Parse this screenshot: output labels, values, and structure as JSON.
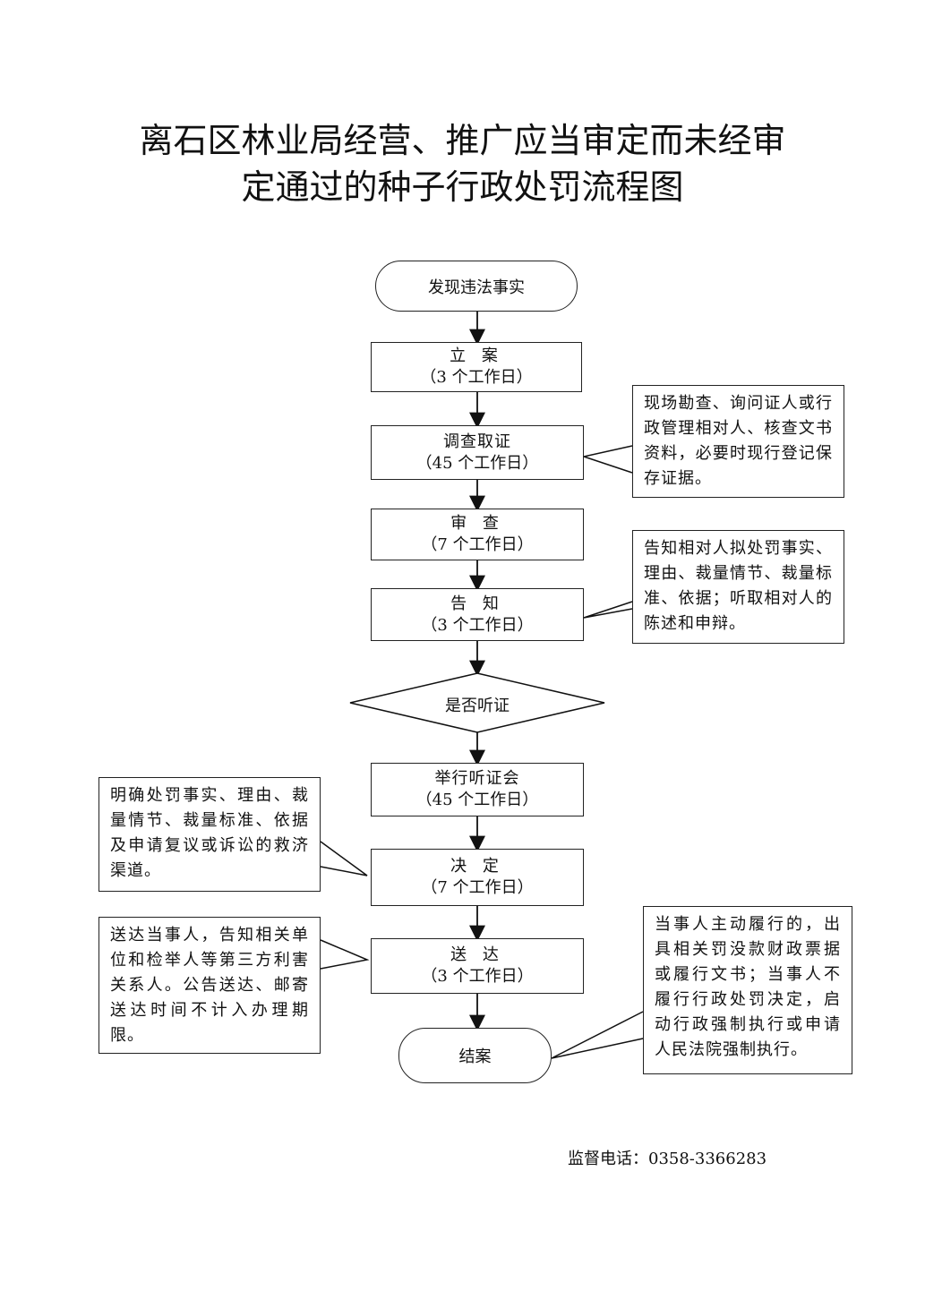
{
  "title": {
    "line1": "离石区林业局经营、推广应当审定而未经审",
    "line2": "定通过的种子行政处罚流程图"
  },
  "steps": {
    "start": "发现违法事实",
    "filing": {
      "label": "立 案",
      "days": "（3 个工作日）"
    },
    "investigation": {
      "label": "调查取证",
      "days": "（45 个工作日）"
    },
    "review": {
      "label": "审 查",
      "days": "（7 个工作日）"
    },
    "notify": {
      "label": "告 知",
      "days": "（3 个工作日）"
    },
    "decision_point": "是否听证",
    "hearing": {
      "label": "举行听证会",
      "days": "（45 个工作日）"
    },
    "decide": {
      "label": "决 定",
      "days": "（7 个工作日）"
    },
    "deliver": {
      "label": "送 达",
      "days": "（3 个工作日）"
    },
    "end": "结案"
  },
  "notes": {
    "investigation": "现场勘查、询问证人或行政管理相对人、核查文书资料，必要时现行登记保存证据。",
    "notify": "告知相对人拟处罚事实、理由、裁量情节、裁量标准、依据；听取相对人的陈述和申辩。",
    "decide": "明确处罚事实、理由、裁量情节、裁量标准、依据及申请复议或诉讼的救济渠道。",
    "deliver": "送达当事人，告知相关单位和检举人等第三方利害关系人。公告送达、邮寄送达时间不计入办理期限。",
    "end": "当事人主动履行的，出具相关罚没款财政票据或履行文书；当事人不履行行政处罚决定，启动行政强制执行或申请人民法院强制执行。"
  },
  "footer": "监督电话：0358-3366283"
}
